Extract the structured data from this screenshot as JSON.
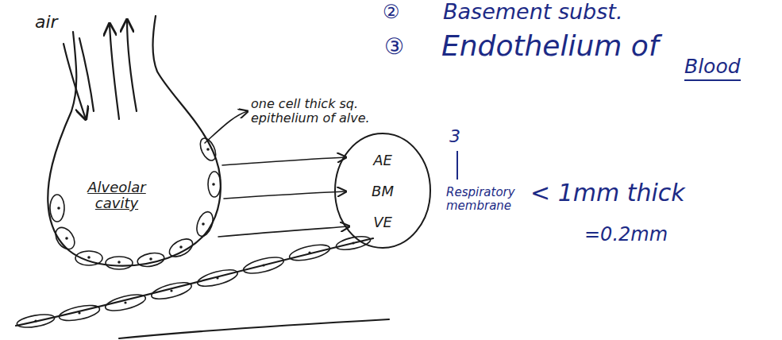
{
  "diagram": {
    "nodes": [
      {
        "text": [
          "AE",
          "BM",
          "VE"
        ]
      }
    ],
    "labels": [
      "②",
      "Basement subst.",
      "③",
      "Endothelium of",
      "Blood",
      "air",
      "one cell thick sq. epithelium of alve.",
      "Alveolar cavity",
      "3",
      "Respiratory membrane",
      "< 1mm thick",
      "=0.2mm"
    ]
  }
}
